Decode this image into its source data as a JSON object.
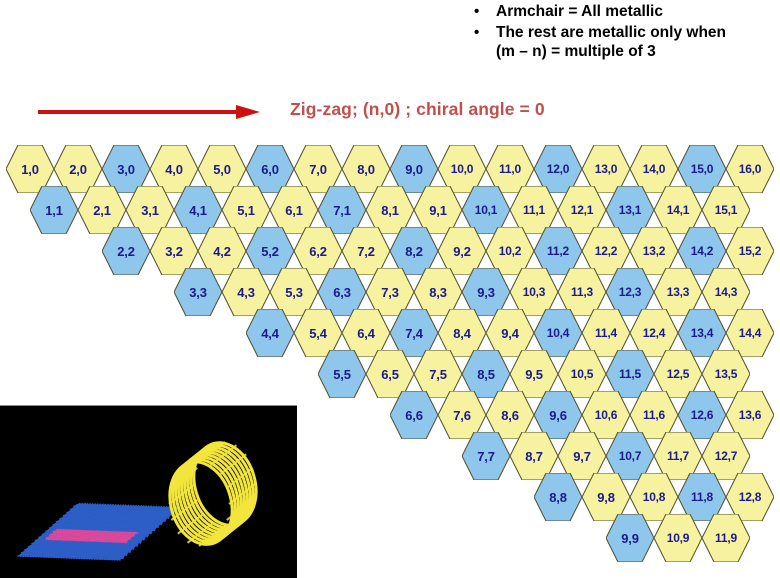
{
  "bullets": {
    "marker": "•",
    "items": [
      {
        "line1": "Armchair = All metallic",
        "line2": ""
      },
      {
        "line1": "The rest are metallic only when",
        "line2": "(m – n) = multiple of 3"
      }
    ]
  },
  "heading": {
    "text": "Zig-zag; (n,0) ; chiral angle = 0",
    "color": "#C0504D"
  },
  "arrow": {
    "name": "rightward-arrow",
    "color": "#CC1111"
  },
  "lattice": {
    "colors": {
      "metallic_fill": "#8FC6EC",
      "semiconducting_fill": "#F7F2A0",
      "stroke": "#4F4F2A",
      "label": "#1A1A8C"
    },
    "rule": "(m – n) = multiple of 3",
    "rows": [
      {
        "n": 0,
        "cells": [
          {
            "label": "1,0",
            "m": 1,
            "metallic": false
          },
          {
            "label": "2,0",
            "m": 2,
            "metallic": false
          },
          {
            "label": "3,0",
            "m": 3,
            "metallic": true
          },
          {
            "label": "4,0",
            "m": 4,
            "metallic": false
          },
          {
            "label": "5,0",
            "m": 5,
            "metallic": false
          },
          {
            "label": "6,0",
            "m": 6,
            "metallic": true
          },
          {
            "label": "7,0",
            "m": 7,
            "metallic": false
          },
          {
            "label": "8,0",
            "m": 8,
            "metallic": false
          },
          {
            "label": "9,0",
            "m": 9,
            "metallic": true
          },
          {
            "label": "10,0",
            "m": 10,
            "metallic": false
          },
          {
            "label": "11,0",
            "m": 11,
            "metallic": false
          },
          {
            "label": "12,0",
            "m": 12,
            "metallic": true
          },
          {
            "label": "13,0",
            "m": 13,
            "metallic": false
          },
          {
            "label": "14,0",
            "m": 14,
            "metallic": false
          },
          {
            "label": "15,0",
            "m": 15,
            "metallic": true
          },
          {
            "label": "16,0",
            "m": 16,
            "metallic": false
          }
        ]
      },
      {
        "n": 1,
        "cells": [
          {
            "label": "1,1",
            "m": 1,
            "metallic": true
          },
          {
            "label": "2,1",
            "m": 2,
            "metallic": false
          },
          {
            "label": "3,1",
            "m": 3,
            "metallic": false
          },
          {
            "label": "4,1",
            "m": 4,
            "metallic": true
          },
          {
            "label": "5,1",
            "m": 5,
            "metallic": false
          },
          {
            "label": "6,1",
            "m": 6,
            "metallic": false
          },
          {
            "label": "7,1",
            "m": 7,
            "metallic": true
          },
          {
            "label": "8,1",
            "m": 8,
            "metallic": false
          },
          {
            "label": "9,1",
            "m": 9,
            "metallic": false
          },
          {
            "label": "10,1",
            "m": 10,
            "metallic": true
          },
          {
            "label": "11,1",
            "m": 11,
            "metallic": false
          },
          {
            "label": "12,1",
            "m": 12,
            "metallic": false
          },
          {
            "label": "13,1",
            "m": 13,
            "metallic": true
          },
          {
            "label": "14,1",
            "m": 14,
            "metallic": false
          },
          {
            "label": "15,1",
            "m": 15,
            "metallic": false
          }
        ]
      },
      {
        "n": 2,
        "cells": [
          {
            "label": "2,2",
            "m": 2,
            "metallic": true
          },
          {
            "label": "3,2",
            "m": 3,
            "metallic": false
          },
          {
            "label": "4,2",
            "m": 4,
            "metallic": false
          },
          {
            "label": "5,2",
            "m": 5,
            "metallic": true
          },
          {
            "label": "6,2",
            "m": 6,
            "metallic": false
          },
          {
            "label": "7,2",
            "m": 7,
            "metallic": false
          },
          {
            "label": "8,2",
            "m": 8,
            "metallic": true
          },
          {
            "label": "9,2",
            "m": 9,
            "metallic": false
          },
          {
            "label": "10,2",
            "m": 10,
            "metallic": false
          },
          {
            "label": "11,2",
            "m": 11,
            "metallic": true
          },
          {
            "label": "12,2",
            "m": 12,
            "metallic": false
          },
          {
            "label": "13,2",
            "m": 13,
            "metallic": false
          },
          {
            "label": "14,2",
            "m": 14,
            "metallic": true
          },
          {
            "label": "15,2",
            "m": 15,
            "metallic": false
          }
        ]
      },
      {
        "n": 3,
        "cells": [
          {
            "label": "3,3",
            "m": 3,
            "metallic": true
          },
          {
            "label": "4,3",
            "m": 4,
            "metallic": false
          },
          {
            "label": "5,3",
            "m": 5,
            "metallic": false
          },
          {
            "label": "6,3",
            "m": 6,
            "metallic": true
          },
          {
            "label": "7,3",
            "m": 7,
            "metallic": false
          },
          {
            "label": "8,3",
            "m": 8,
            "metallic": false
          },
          {
            "label": "9,3",
            "m": 9,
            "metallic": true
          },
          {
            "label": "10,3",
            "m": 10,
            "metallic": false
          },
          {
            "label": "11,3",
            "m": 11,
            "metallic": false
          },
          {
            "label": "12,3",
            "m": 12,
            "metallic": true
          },
          {
            "label": "13,3",
            "m": 13,
            "metallic": false
          },
          {
            "label": "14,3",
            "m": 14,
            "metallic": false
          }
        ]
      },
      {
        "n": 4,
        "cells": [
          {
            "label": "4,4",
            "m": 4,
            "metallic": true
          },
          {
            "label": "5,4",
            "m": 5,
            "metallic": false
          },
          {
            "label": "6,4",
            "m": 6,
            "metallic": false
          },
          {
            "label": "7,4",
            "m": 7,
            "metallic": true
          },
          {
            "label": "8,4",
            "m": 8,
            "metallic": false
          },
          {
            "label": "9,4",
            "m": 9,
            "metallic": false
          },
          {
            "label": "10,4",
            "m": 10,
            "metallic": true
          },
          {
            "label": "11,4",
            "m": 11,
            "metallic": false
          },
          {
            "label": "12,4",
            "m": 12,
            "metallic": false
          },
          {
            "label": "13,4",
            "m": 13,
            "metallic": true
          },
          {
            "label": "14,4",
            "m": 14,
            "metallic": false
          }
        ]
      },
      {
        "n": 5,
        "cells": [
          {
            "label": "5,5",
            "m": 5,
            "metallic": true
          },
          {
            "label": "6,5",
            "m": 6,
            "metallic": false
          },
          {
            "label": "7,5",
            "m": 7,
            "metallic": false
          },
          {
            "label": "8,5",
            "m": 8,
            "metallic": true
          },
          {
            "label": "9,5",
            "m": 9,
            "metallic": false
          },
          {
            "label": "10,5",
            "m": 10,
            "metallic": false
          },
          {
            "label": "11,5",
            "m": 11,
            "metallic": true
          },
          {
            "label": "12,5",
            "m": 12,
            "metallic": false
          },
          {
            "label": "13,5",
            "m": 13,
            "metallic": false
          }
        ]
      },
      {
        "n": 6,
        "cells": [
          {
            "label": "6,6",
            "m": 6,
            "metallic": true
          },
          {
            "label": "7,6",
            "m": 7,
            "metallic": false
          },
          {
            "label": "8,6",
            "m": 8,
            "metallic": false
          },
          {
            "label": "9,6",
            "m": 9,
            "metallic": true
          },
          {
            "label": "10,6",
            "m": 10,
            "metallic": false
          },
          {
            "label": "11,6",
            "m": 11,
            "metallic": false
          },
          {
            "label": "12,6",
            "m": 12,
            "metallic": true
          },
          {
            "label": "13,6",
            "m": 13,
            "metallic": false
          }
        ]
      },
      {
        "n": 7,
        "cells": [
          {
            "label": "7,7",
            "m": 7,
            "metallic": true
          },
          {
            "label": "8,7",
            "m": 8,
            "metallic": false
          },
          {
            "label": "9,7",
            "m": 9,
            "metallic": false
          },
          {
            "label": "10,7",
            "m": 10,
            "metallic": true
          },
          {
            "label": "11,7",
            "m": 11,
            "metallic": false
          },
          {
            "label": "12,7",
            "m": 12,
            "metallic": false
          }
        ]
      },
      {
        "n": 8,
        "cells": [
          {
            "label": "8,8",
            "m": 8,
            "metallic": true
          },
          {
            "label": "9,8",
            "m": 9,
            "metallic": false
          },
          {
            "label": "10,8",
            "m": 10,
            "metallic": false
          },
          {
            "label": "11,8",
            "m": 11,
            "metallic": true
          },
          {
            "label": "12,8",
            "m": 12,
            "metallic": false
          }
        ]
      },
      {
        "n": 9,
        "cells": [
          {
            "label": "9,9",
            "m": 9,
            "metallic": true
          },
          {
            "label": "10,9",
            "m": 10,
            "metallic": false
          },
          {
            "label": "11,9",
            "m": 11,
            "metallic": false
          }
        ]
      }
    ]
  },
  "illustration": {
    "name": "graphene-sheet-rolling-into-nanotube",
    "sheet_color": "#2E5FC8",
    "ribbon_color": "#D94A9C",
    "tube_color": "#F2E53C",
    "background": "#000000"
  }
}
